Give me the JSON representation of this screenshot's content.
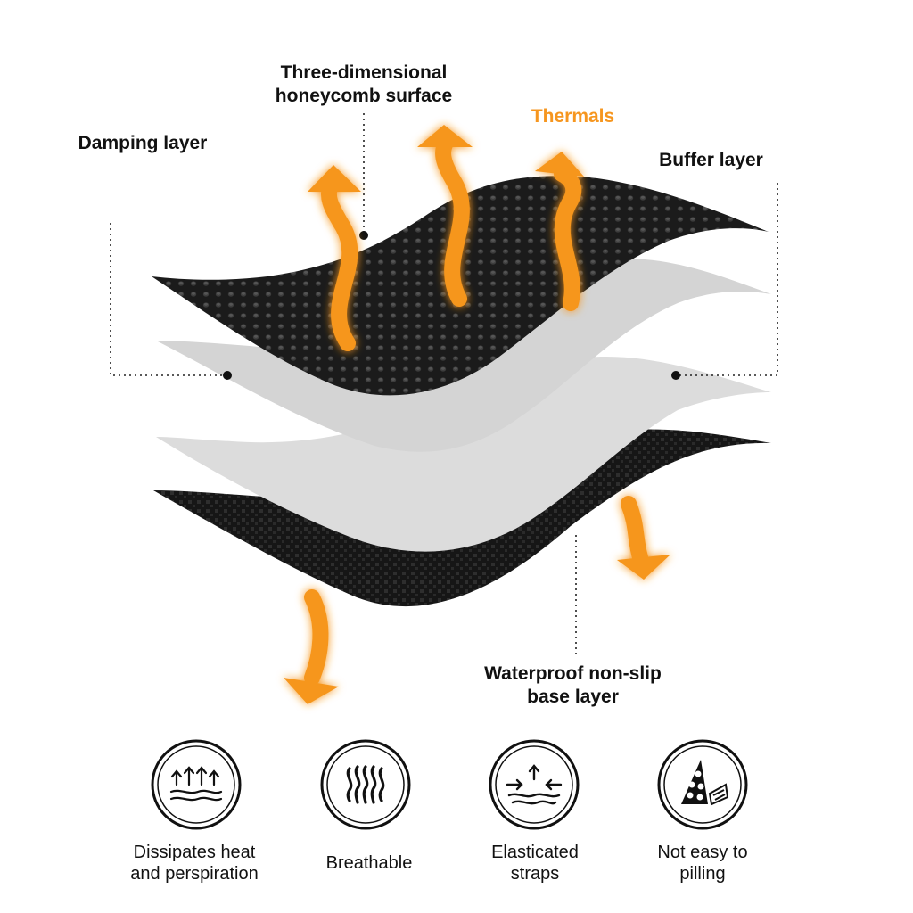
{
  "labels": {
    "honeycomb_line1": "Three-dimensional",
    "honeycomb_line2": "honeycomb surface",
    "thermals": "Thermals",
    "damping": "Damping layer",
    "buffer": "Buffer layer",
    "base_line1": "Waterproof non-slip",
    "base_line2": "base layer"
  },
  "features": [
    {
      "icon": "heat-rising-icon",
      "line1": "Dissipates heat",
      "line2": "and perspiration"
    },
    {
      "icon": "breathable-waves-icon",
      "line1": "Breathable",
      "line2": ""
    },
    {
      "icon": "elastic-straps-icon",
      "line1": "Elasticated",
      "line2": "straps"
    },
    {
      "icon": "anti-pilling-icon",
      "line1": "Not easy to",
      "line2": "pilling"
    }
  ],
  "colors": {
    "accent_orange": "#f6961f",
    "layer_black": "#1a1a1a",
    "layer_grey": "#d9d9d9",
    "text": "#111111"
  }
}
